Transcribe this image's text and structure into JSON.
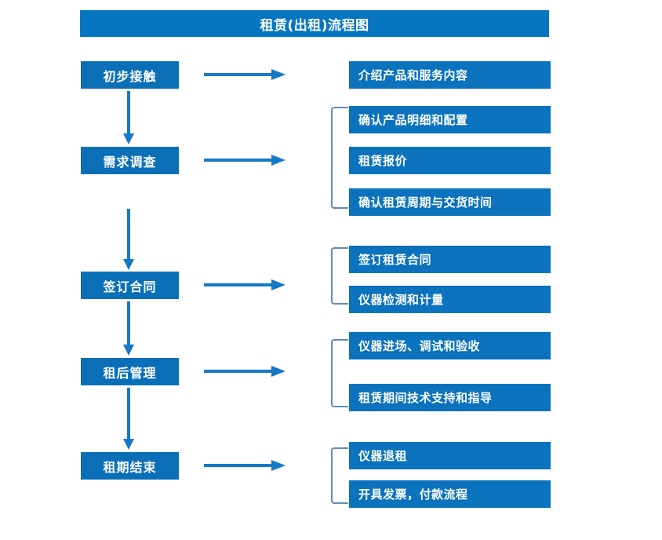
{
  "title": "租赁(出租)流程图",
  "colors": {
    "title_bg": "#0676c0",
    "stage_bg": "#0b6fb8",
    "detail_bg": "#0b72bd",
    "arrow": "#1579c6",
    "bracket": "#5a8fc2",
    "text": "#ffffff",
    "page_bg": "#ffffff"
  },
  "stages": [
    {
      "label": "初步接触"
    },
    {
      "label": "需求调查"
    },
    {
      "label": "签订合同"
    },
    {
      "label": "租后管理"
    },
    {
      "label": "租期结束"
    }
  ],
  "details": {
    "group1": [
      {
        "label": "介绍产品和服务内容"
      }
    ],
    "group2": [
      {
        "label": "确认产品明细和配置"
      },
      {
        "label": "租赁报价"
      },
      {
        "label": "确认租赁周期与交货时间"
      }
    ],
    "group3": [
      {
        "label": "签订租赁合同"
      },
      {
        "label": "仪器检测和计量"
      }
    ],
    "group4": [
      {
        "label": "仪器进场、调试和验收"
      },
      {
        "label": "租赁期间技术支持和指导"
      }
    ],
    "group5": [
      {
        "label": "仪器退租"
      },
      {
        "label": "开具发票，付款流程"
      }
    ]
  }
}
